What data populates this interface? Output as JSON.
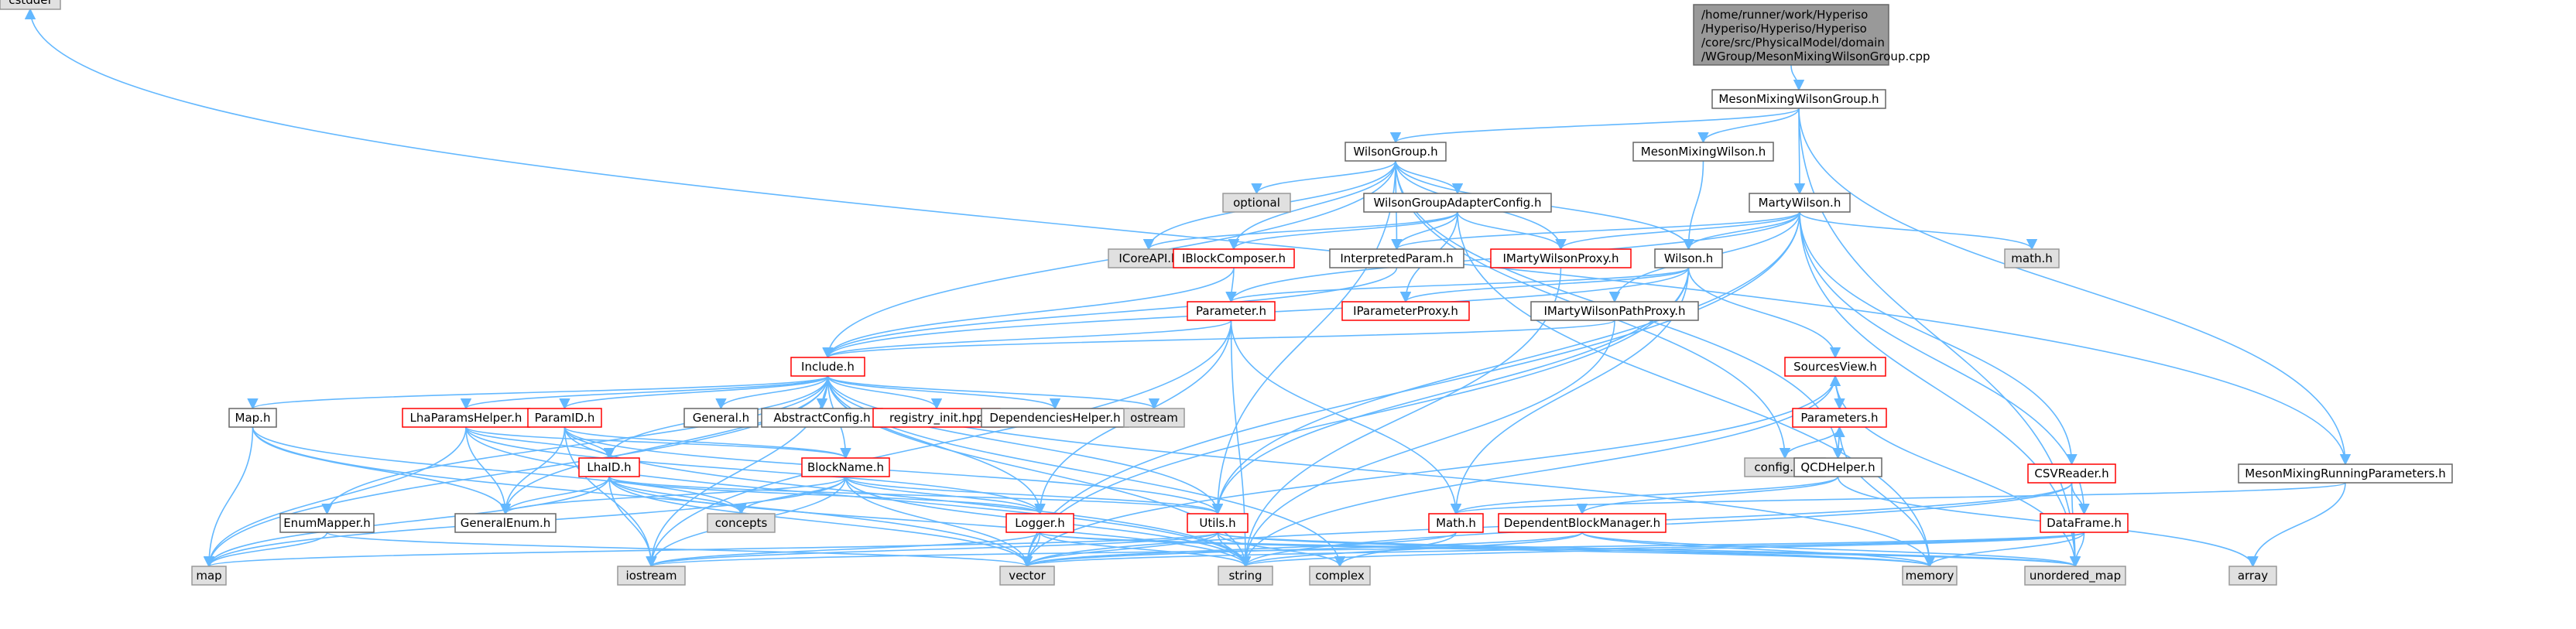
{
  "title_node": {
    "lines": [
      "/home/runner/work/Hyperiso",
      "/Hyperiso/Hyperiso/Hyperiso",
      "/core/src/PhysicalModel/domain",
      "/WGroup/MesonMixingWilsonGroup.cpp"
    ]
  },
  "colors": {
    "edge": "#63B8FF",
    "normal_fill": "#ffffff",
    "normal_border": "#666666",
    "red_border": "#ff0000",
    "system_fill": "#e0e0e0",
    "system_border": "#999999",
    "root_fill": "#999999",
    "root_border": "#666666"
  },
  "nodes": [
    {
      "id": "mmwg",
      "label": "MesonMixingWilsonGroup.h",
      "style": "normal"
    },
    {
      "id": "wg",
      "label": "WilsonGroup.h",
      "style": "normal"
    },
    {
      "id": "mmw",
      "label": "MesonMixingWilson.h",
      "style": "normal"
    },
    {
      "id": "mw",
      "label": "MartyWilson.h",
      "style": "normal"
    },
    {
      "id": "mmrp",
      "label": "MesonMixingRunningParameters.h",
      "style": "normal"
    },
    {
      "id": "optional",
      "label": "optional",
      "style": "system"
    },
    {
      "id": "wgac",
      "label": "WilsonGroupAdapterConfig.h",
      "style": "normal"
    },
    {
      "id": "icore",
      "label": "ICoreAPI.h",
      "style": "system"
    },
    {
      "id": "ibc",
      "label": "IBlockComposer.h",
      "style": "red"
    },
    {
      "id": "ip",
      "label": "InterpretedParam.h",
      "style": "normal"
    },
    {
      "id": "imwp",
      "label": "IMartyWilsonProxy.h",
      "style": "red"
    },
    {
      "id": "wilson",
      "label": "Wilson.h",
      "style": "normal"
    },
    {
      "id": "math_h",
      "label": "math.h",
      "style": "system"
    },
    {
      "id": "param",
      "label": "Parameter.h",
      "style": "red"
    },
    {
      "id": "ipp",
      "label": "IParameterProxy.h",
      "style": "red"
    },
    {
      "id": "imwpp",
      "label": "IMartyWilsonPathProxy.h",
      "style": "normal"
    },
    {
      "id": "include",
      "label": "Include.h",
      "style": "red"
    },
    {
      "id": "sv",
      "label": "SourcesView.h",
      "style": "red"
    },
    {
      "id": "params",
      "label": "Parameters.h",
      "style": "red"
    },
    {
      "id": "config",
      "label": "config.hpp",
      "style": "system"
    },
    {
      "id": "qcd",
      "label": "QCDHelper.h",
      "style": "normal"
    },
    {
      "id": "csv",
      "label": "CSVReader.h",
      "style": "red"
    },
    {
      "id": "cstddef",
      "label": "cstddef",
      "style": "system"
    },
    {
      "id": "map_h",
      "label": "Map.h",
      "style": "normal"
    },
    {
      "id": "lhap",
      "label": "LhaParamsHelper.h",
      "style": "red"
    },
    {
      "id": "pid",
      "label": "ParamID.h",
      "style": "red"
    },
    {
      "id": "general",
      "label": "General.h",
      "style": "normal"
    },
    {
      "id": "ac",
      "label": "AbstractConfig.h",
      "style": "normal"
    },
    {
      "id": "reg",
      "label": "registry_init.hpp",
      "style": "red"
    },
    {
      "id": "dh",
      "label": "DependenciesHelper.h",
      "style": "normal"
    },
    {
      "id": "ostream",
      "label": "ostream",
      "style": "system"
    },
    {
      "id": "lhaid",
      "label": "LhaID.h",
      "style": "red"
    },
    {
      "id": "bn",
      "label": "BlockName.h",
      "style": "red"
    },
    {
      "id": "em",
      "label": "EnumMapper.h",
      "style": "normal"
    },
    {
      "id": "ge",
      "label": "GeneralEnum.h",
      "style": "normal"
    },
    {
      "id": "concepts",
      "label": "concepts",
      "style": "system"
    },
    {
      "id": "logger",
      "label": "Logger.h",
      "style": "red"
    },
    {
      "id": "utils",
      "label": "Utils.h",
      "style": "red"
    },
    {
      "id": "mathr",
      "label": "Math.h",
      "style": "red"
    },
    {
      "id": "dbm",
      "label": "DependentBlockManager.h",
      "style": "red"
    },
    {
      "id": "df",
      "label": "DataFrame.h",
      "style": "red"
    },
    {
      "id": "map",
      "label": "map",
      "style": "system"
    },
    {
      "id": "iostream",
      "label": "iostream",
      "style": "system"
    },
    {
      "id": "vector",
      "label": "vector",
      "style": "system"
    },
    {
      "id": "string",
      "label": "string",
      "style": "system"
    },
    {
      "id": "complex",
      "label": "complex",
      "style": "system"
    },
    {
      "id": "memory",
      "label": "memory",
      "style": "system"
    },
    {
      "id": "umap",
      "label": "unordered_map",
      "style": "system"
    },
    {
      "id": "array",
      "label": "array",
      "style": "system"
    }
  ],
  "edges": [
    [
      "root",
      "mmwg"
    ],
    [
      "mmwg",
      "wg"
    ],
    [
      "mmwg",
      "mmw"
    ],
    [
      "mmwg",
      "mw"
    ],
    [
      "mmwg",
      "mmrp"
    ],
    [
      "mmwg",
      "umap"
    ],
    [
      "wg",
      "optional"
    ],
    [
      "wg",
      "wgac"
    ],
    [
      "wg",
      "icore"
    ],
    [
      "wg",
      "ibc"
    ],
    [
      "wg",
      "ip"
    ],
    [
      "wg",
      "imwp"
    ],
    [
      "wg",
      "wilson"
    ],
    [
      "wg",
      "include"
    ],
    [
      "wg",
      "utils"
    ],
    [
      "wg",
      "config"
    ],
    [
      "wg",
      "qcd"
    ],
    [
      "mmw",
      "wilson"
    ],
    [
      "mw",
      "ip"
    ],
    [
      "mw",
      "imwp"
    ],
    [
      "mw",
      "wilson"
    ],
    [
      "mw",
      "math_h"
    ],
    [
      "mw",
      "imwpp"
    ],
    [
      "mw",
      "param"
    ],
    [
      "mw",
      "csv"
    ],
    [
      "mw",
      "df"
    ],
    [
      "mw",
      "utils"
    ],
    [
      "mw",
      "vector"
    ],
    [
      "mw",
      "umap"
    ],
    [
      "mmrp",
      "cstddef"
    ],
    [
      "mmrp",
      "array"
    ],
    [
      "mmrp",
      "mathr"
    ],
    [
      "wgac",
      "icore"
    ],
    [
      "wgac",
      "ibc"
    ],
    [
      "wgac",
      "ip"
    ],
    [
      "wgac",
      "imwp"
    ],
    [
      "wgac",
      "ipp"
    ],
    [
      "wgac",
      "memory"
    ],
    [
      "ibc",
      "param"
    ],
    [
      "ibc",
      "include"
    ],
    [
      "ip",
      "include"
    ],
    [
      "imwp",
      "string"
    ],
    [
      "wilson",
      "param"
    ],
    [
      "wilson",
      "ipp"
    ],
    [
      "wilson",
      "include"
    ],
    [
      "wilson",
      "sv"
    ],
    [
      "wilson",
      "mathr"
    ],
    [
      "wilson",
      "utils"
    ],
    [
      "wilson",
      "vector"
    ],
    [
      "param",
      "include"
    ],
    [
      "param",
      "logger"
    ],
    [
      "param",
      "mathr"
    ],
    [
      "param",
      "string"
    ],
    [
      "param",
      "iostream"
    ],
    [
      "imwpp",
      "include"
    ],
    [
      "imwpp",
      "string"
    ],
    [
      "sv",
      "params"
    ],
    [
      "sv",
      "vector"
    ],
    [
      "sv",
      "string"
    ],
    [
      "sv",
      "umap"
    ],
    [
      "params",
      "sv"
    ],
    [
      "params",
      "config"
    ],
    [
      "params",
      "qcd"
    ],
    [
      "params",
      "memory"
    ],
    [
      "qcd",
      "params"
    ],
    [
      "qcd",
      "mathr"
    ],
    [
      "qcd",
      "dbm"
    ],
    [
      "qcd",
      "array"
    ],
    [
      "csv",
      "df"
    ],
    [
      "csv",
      "vector"
    ],
    [
      "csv",
      "string"
    ],
    [
      "csv",
      "umap"
    ],
    [
      "include",
      "map_h"
    ],
    [
      "include",
      "lhap"
    ],
    [
      "include",
      "pid"
    ],
    [
      "include",
      "general"
    ],
    [
      "include",
      "ac"
    ],
    [
      "include",
      "reg"
    ],
    [
      "include",
      "dh"
    ],
    [
      "include",
      "ostream"
    ],
    [
      "include",
      "lhaid"
    ],
    [
      "include",
      "bn"
    ],
    [
      "include",
      "em"
    ],
    [
      "include",
      "ge"
    ],
    [
      "include",
      "logger"
    ],
    [
      "include",
      "utils"
    ],
    [
      "include",
      "string"
    ],
    [
      "include",
      "complex"
    ],
    [
      "include",
      "memory"
    ],
    [
      "include",
      "map"
    ],
    [
      "include",
      "iostream"
    ],
    [
      "map_h",
      "map"
    ],
    [
      "map_h",
      "vector"
    ],
    [
      "map_h",
      "ge"
    ],
    [
      "map_h",
      "concepts"
    ],
    [
      "lhap",
      "lhaid"
    ],
    [
      "lhap",
      "bn"
    ],
    [
      "lhap",
      "ge"
    ],
    [
      "lhap",
      "logger"
    ],
    [
      "lhap",
      "map"
    ],
    [
      "lhap",
      "string"
    ],
    [
      "pid",
      "lhaid"
    ],
    [
      "pid",
      "bn"
    ],
    [
      "pid",
      "ge"
    ],
    [
      "pid",
      "utils"
    ],
    [
      "pid",
      "string"
    ],
    [
      "pid",
      "iostream"
    ],
    [
      "lhaid",
      "ge"
    ],
    [
      "lhaid",
      "concepts"
    ],
    [
      "lhaid",
      "logger"
    ],
    [
      "lhaid",
      "utils"
    ],
    [
      "lhaid",
      "map"
    ],
    [
      "lhaid",
      "iostream"
    ],
    [
      "lhaid",
      "vector"
    ],
    [
      "lhaid",
      "string"
    ],
    [
      "bn",
      "ge"
    ],
    [
      "bn",
      "concepts"
    ],
    [
      "bn",
      "logger"
    ],
    [
      "bn",
      "utils"
    ],
    [
      "bn",
      "map"
    ],
    [
      "bn",
      "vector"
    ],
    [
      "bn",
      "string"
    ],
    [
      "bn",
      "iostream"
    ],
    [
      "em",
      "map"
    ],
    [
      "em",
      "vector"
    ],
    [
      "logger",
      "iostream"
    ],
    [
      "logger",
      "vector"
    ],
    [
      "logger",
      "string"
    ],
    [
      "logger",
      "umap"
    ],
    [
      "logger",
      "memory"
    ],
    [
      "utils",
      "vector"
    ],
    [
      "utils",
      "string"
    ],
    [
      "utils",
      "complex"
    ],
    [
      "utils",
      "map"
    ],
    [
      "utils",
      "iostream"
    ],
    [
      "utils",
      "umap"
    ],
    [
      "utils",
      "memory"
    ],
    [
      "mathr",
      "vector"
    ],
    [
      "mathr",
      "complex"
    ],
    [
      "dbm",
      "vector"
    ],
    [
      "dbm",
      "string"
    ],
    [
      "dbm",
      "memory"
    ],
    [
      "dbm",
      "umap"
    ],
    [
      "df",
      "vector"
    ],
    [
      "df",
      "string"
    ],
    [
      "df",
      "memory"
    ],
    [
      "df",
      "umap"
    ],
    [
      "df",
      "iostream"
    ]
  ]
}
